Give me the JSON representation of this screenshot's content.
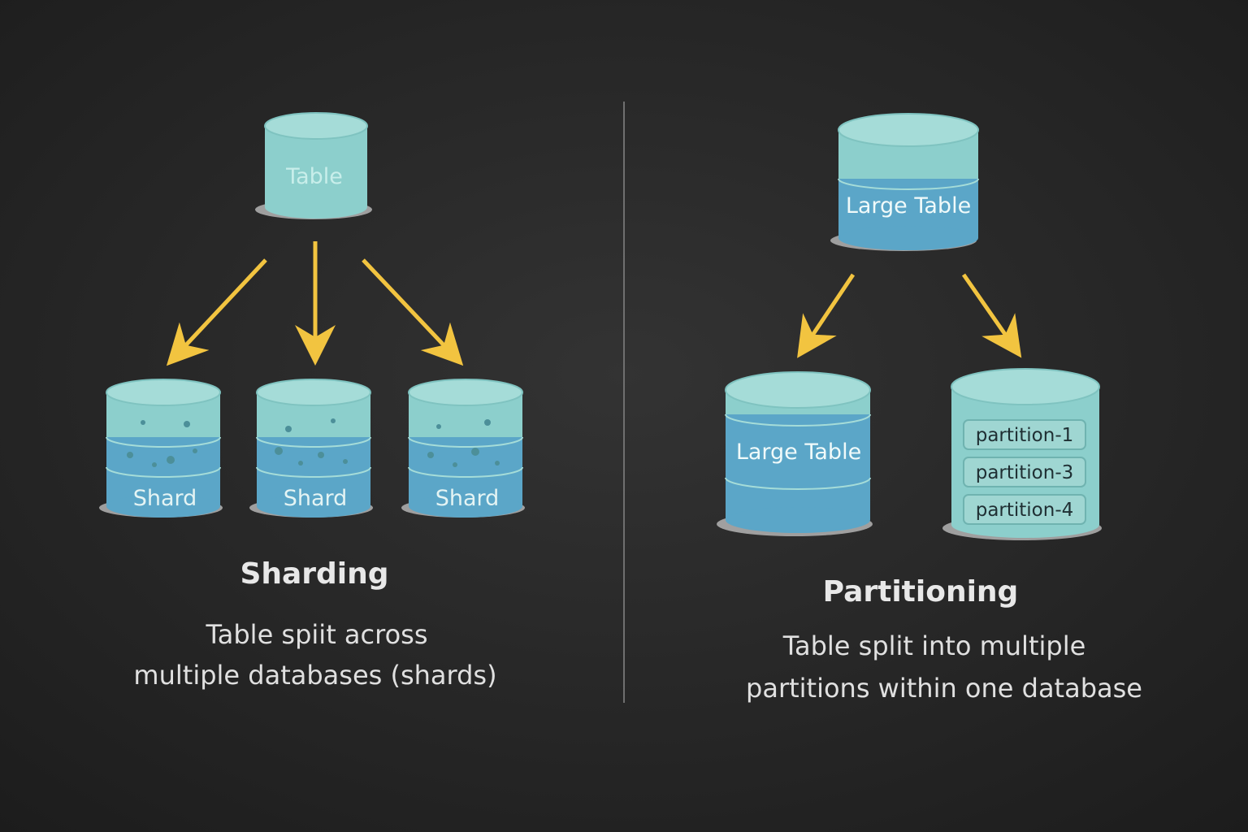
{
  "sharding": {
    "source_label": "Table",
    "shard_labels": [
      "Shard",
      "Shard",
      "Shard"
    ],
    "title": "Sharding",
    "caption_line1": "Table spiit across",
    "caption_line2": "multiple databases (shards)"
  },
  "partitioning": {
    "source_label": "Large Table",
    "left_label": "Large Table",
    "partitions": [
      "partition-1",
      "partition-3",
      "partition-4"
    ],
    "title": "Partitioning",
    "caption_line1": "Table split into multiple",
    "caption_line2": "partitions within one database"
  },
  "colors": {
    "background": "#2a2a2a",
    "cylinder_light": "#8ccfcc",
    "cylinder_dark": "#5ba6c8",
    "arrow": "#f2c440",
    "divider": "#6f6f6f",
    "text": "#e8e8e8"
  }
}
